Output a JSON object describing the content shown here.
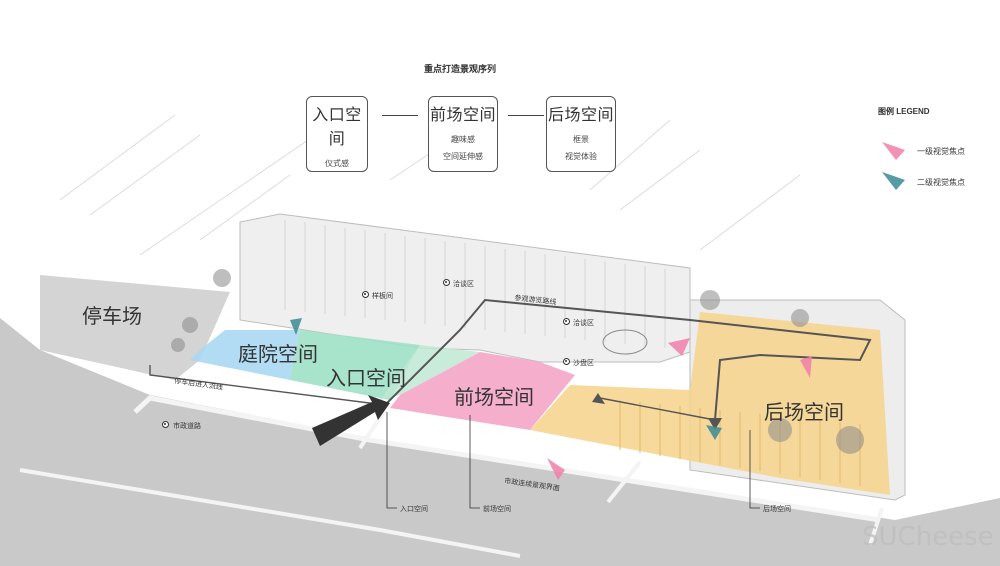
{
  "title": "重点打造景观序列",
  "sequence": [
    {
      "name": "入口空间",
      "notes": [
        "仪式感"
      ]
    },
    {
      "name": "前场空间",
      "notes": [
        "趣味感",
        "空间延伸感"
      ]
    },
    {
      "name": "后场空间",
      "notes": [
        "框景",
        "视觉体验"
      ]
    }
  ],
  "legend": {
    "title": "图例 LEGEND",
    "items": [
      {
        "label": "一级视觉焦点",
        "color": "#ef7fa9"
      },
      {
        "label": "二级视觉焦点",
        "color": "#3a8a94"
      }
    ]
  },
  "zones": {
    "parking": "停车场",
    "courtyard": "庭院空间",
    "entrance": "入口空间",
    "front": "前场空间",
    "back": "后场空间"
  },
  "zone_colors": {
    "courtyard_blue": "#a9d8f2",
    "courtyard_green": "#9fe0c6",
    "front": "#f4a6c8",
    "back": "#f6d48a"
  },
  "places": {
    "display": "样板间",
    "negotiation_top": "洽谈区",
    "negotiation": "洽谈区",
    "sand_table": "沙盘区",
    "municipal_road": "市政道路"
  },
  "routes": {
    "visitor": "参观游览路线",
    "parking_walk": "停车后进人流线",
    "municipal_interface": "市政连续景观界面"
  },
  "callouts": {
    "entrance": "入口空间",
    "front": "前场空间",
    "back": "后场空间"
  },
  "watermark": "SUCheese"
}
